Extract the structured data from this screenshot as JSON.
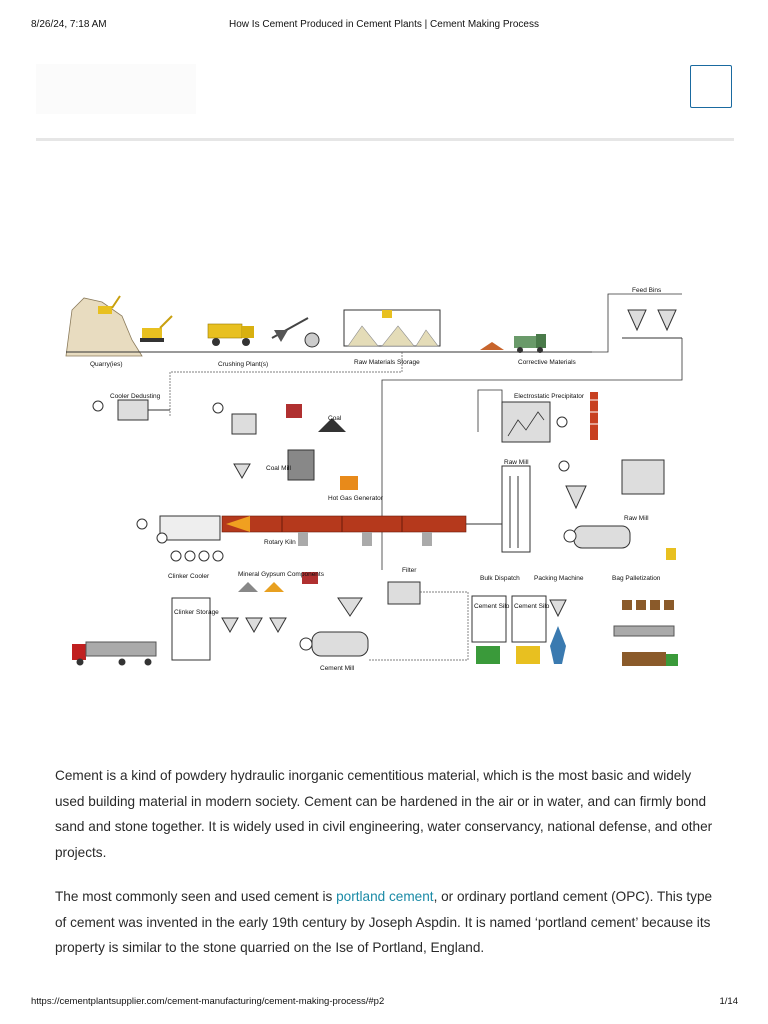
{
  "print_header": {
    "datetime": "8/26/24, 7:18 AM",
    "title": "How Is Cement Produced in Cement Plants | Cement Making Process"
  },
  "header": {
    "menu_icon": "menu-icon"
  },
  "diagram": {
    "labels": {
      "quarry": "Quarry(ies)",
      "crushing": "Crushing Plant(s)",
      "raw_storage": "Raw Materials Storage",
      "corrective": "Corrective Materials",
      "feed_bins": "Feed Bins",
      "cooler_dedusting": "Cooler Dedusting",
      "coal": "Coal",
      "coal_mill": "Coal Mill",
      "hot_gas": "Hot Gas Generator",
      "electrostatic": "Electrostatic Precipitator",
      "raw_mill_top": "Raw Mill",
      "raw_mill": "Raw Mill",
      "rotary_kiln": "Rotary Kiln",
      "clinker_cooler": "Clinker Cooler",
      "mineral": "Mineral Gypsum Components",
      "filter": "Filter",
      "bulk_dispatch": "Bulk Dispatch",
      "packing_machine": "Packing Machine",
      "bag_palletization": "Bag Palletization",
      "clinker_storage": "Clinker Storage",
      "cement_silo_1": "Cement Silo",
      "cement_silo_2": "Cement Silo",
      "cement_mill": "Cement Mill"
    }
  },
  "article": {
    "p1": "Cement is a kind of powdery hydraulic inorganic cementitious material, which is the most basic and widely used building material in modern society. Cement can be hardened in the air or in water, and can firmly bond sand and stone together. It is widely used in civil engineering, water conservancy, national defense, and other projects.",
    "p2_before": "The most commonly seen and used cement is ",
    "p2_link": "portland cement",
    "p2_after": ", or ordinary portland cement (OPC). This type of cement was invented in the early 19th century by Joseph Aspdin. It is named ‘portland cement’ because its property is similar to the stone quarried on the Ise of Portland, England."
  },
  "print_footer": {
    "url": "https://cementplantsupplier.com/cement-manufacturing/cement-making-process/#p2",
    "page": "1/14"
  },
  "colors": {
    "link": "#1a8aa6",
    "menu_border": "#1a6aa0",
    "kiln": "#b5391c"
  }
}
